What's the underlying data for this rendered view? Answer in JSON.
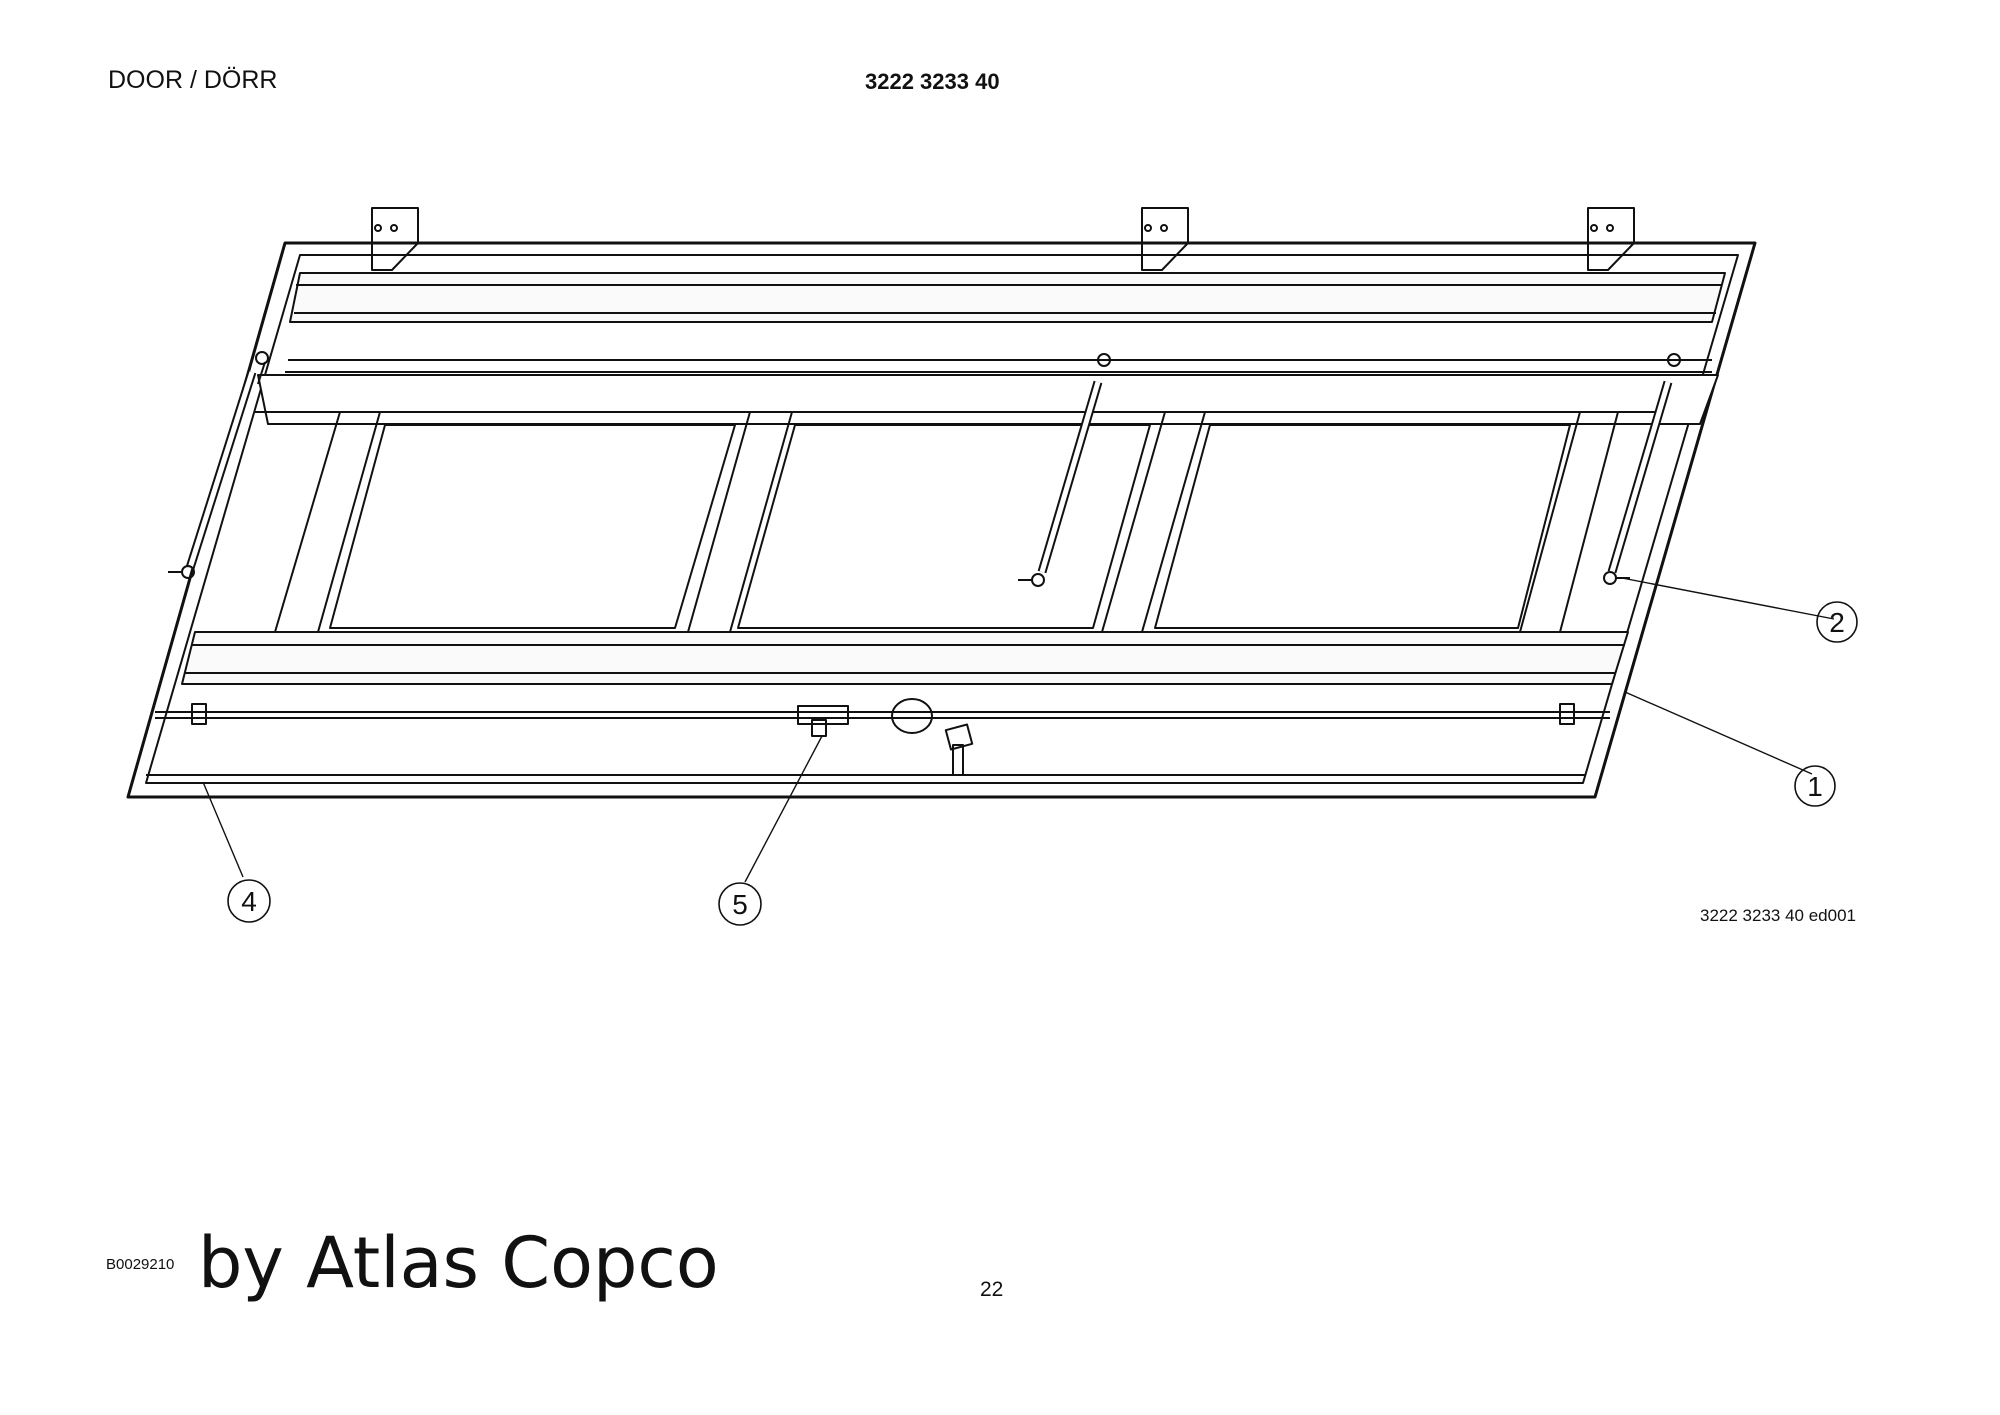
{
  "header": {
    "title": "DOOR / DÖRR",
    "part_number": "3222 3233 40"
  },
  "figure": {
    "reference": "3222 3233 40 ed001",
    "callouts": [
      "1",
      "2",
      "4",
      "5"
    ]
  },
  "footer": {
    "doc_id": "B0029210",
    "brand": "by Atlas Copco",
    "page_number": "22"
  }
}
